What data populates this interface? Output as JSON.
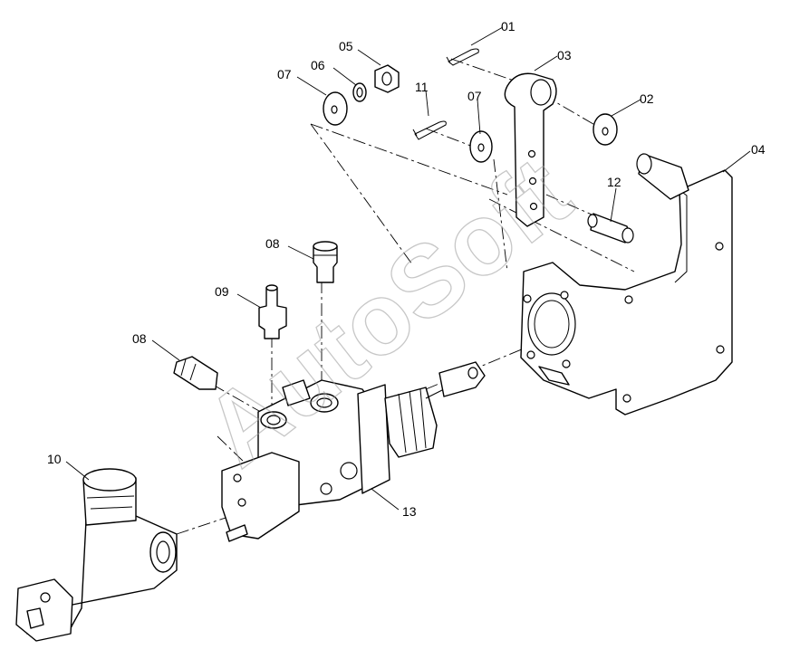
{
  "callouts": {
    "c01": "01",
    "c02": "02",
    "c03": "03",
    "c04": "04",
    "c05": "05",
    "c06": "06",
    "c07a": "07",
    "c07b": "07",
    "c08a": "08",
    "c08b": "08",
    "c09": "09",
    "c10": "10",
    "c11": "11",
    "c12": "12",
    "c13": "13"
  },
  "watermark": "AutoSoft",
  "colors": {
    "line": "#000000",
    "background": "#ffffff",
    "watermark": "#9a9a9a"
  }
}
